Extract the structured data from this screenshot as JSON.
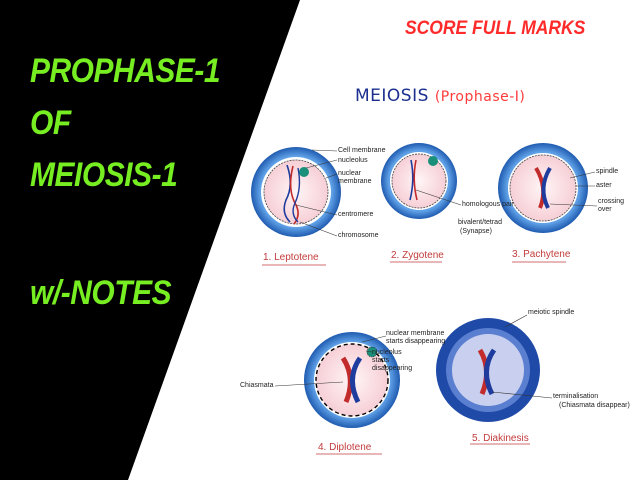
{
  "left_title": {
    "line1": "PROPHASE-1",
    "line2": "OF",
    "line3": "MEIOSIS-1",
    "line4": "w/-NOTES"
  },
  "brand": "SCORE FULL MARKS",
  "heading": {
    "main": "MEIOSIS",
    "sub": "(Prophase-I)"
  },
  "stages": [
    {
      "caption": "1. Leptotene"
    },
    {
      "caption": "2. Zygotene"
    },
    {
      "caption": "3. Pachytene"
    },
    {
      "caption": "4. Diplotene"
    },
    {
      "caption": "5. Diakinesis"
    }
  ],
  "labels": {
    "leptotene": [
      "Cell membrane",
      "nucleolus",
      "nuclear membrane",
      "centromere",
      "chromosome"
    ],
    "zygotene": [
      "homologous pair",
      "bivalent/tetrad",
      "(Synapse)"
    ],
    "pachytene": [
      "spindle",
      "aster",
      "crossing over"
    ],
    "diplotene": [
      "nuclear membrane starts disappearing",
      "nucleolus starts disappearing",
      "Chiasmata"
    ],
    "diakinesis": [
      "meiotic spindle",
      "terminalisation",
      "(Chiasmata disappear)"
    ]
  },
  "colors": {
    "accent_green": "#77ee22",
    "brand_red": "#ff2a2a",
    "heading_blue": "#1a2f8f",
    "membrane_blue": "#3c86d8",
    "cytoplasm_pink": "#fbe3e6"
  }
}
